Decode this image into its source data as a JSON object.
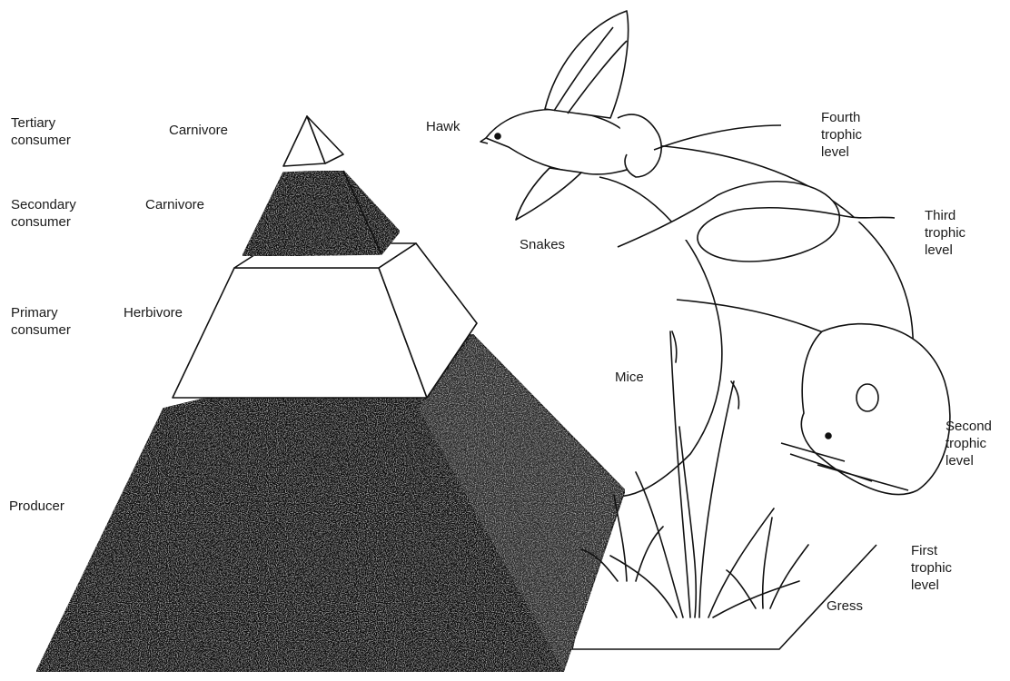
{
  "consumer_labels": {
    "tertiary": "Tertiary\nconsumer",
    "secondary": "Secondary\nconsumer",
    "primary": "Primary\nconsumer",
    "producer": "Producer"
  },
  "feeding_labels": {
    "top": "Carnivore",
    "upper": "Carnivore",
    "middle": "Herbivore"
  },
  "organisms": {
    "hawk": "Hawk",
    "snakes": "Snakes",
    "mice": "Mice",
    "grass": "Gress"
  },
  "trophic_levels": {
    "fourth": "Fourth\ntrophic\nlevel",
    "third": "Third\ntrophic\nlevel",
    "second": "Second\ntrophic\nlevel",
    "first": "First\ntrophic\nlevel"
  },
  "colors": {
    "ink": "#111111",
    "paper": "#ffffff"
  }
}
